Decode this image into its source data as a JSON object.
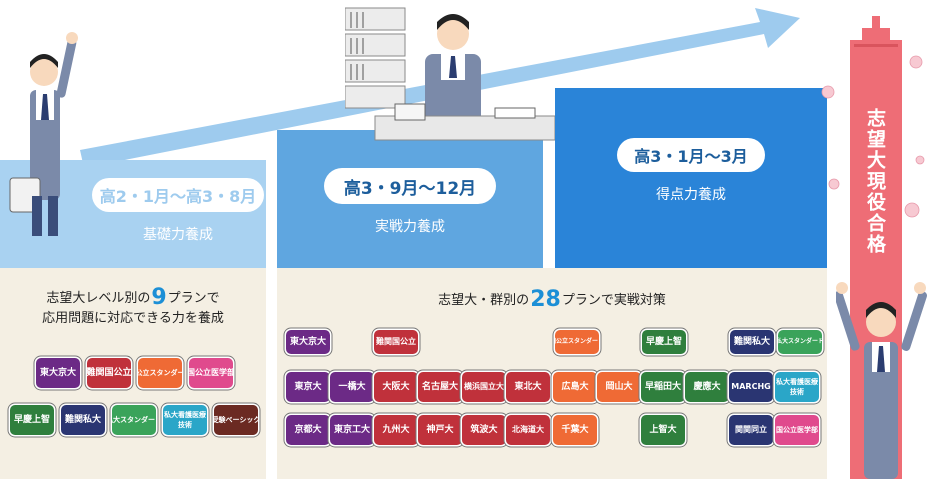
{
  "stages": [
    {
      "period": "高2・1月～高3・8月",
      "label": "基礎力養成"
    },
    {
      "period": "高3・9月～12月",
      "label": "実戦力養成"
    },
    {
      "period": "高3・1月～3月",
      "label": "得点力養成"
    }
  ],
  "plan1": {
    "line1_pre": "志望大レベル別の",
    "line1_num": "9",
    "line1_post": "プランで",
    "line2": "応用問題に対応できる力を養成"
  },
  "plan2": {
    "pre": "志望大・群別の",
    "num": "28",
    "post": "プランで実戦対策"
  },
  "goal": "志望大現役合格",
  "badges1": [
    "東大京大",
    "難関国公立",
    "国公立スタンダード",
    "国公立医学部",
    "早慶上智",
    "難関私大",
    "私大スタンダード",
    "私大看護医療技術",
    "受験ベーシック"
  ],
  "badges2": {
    "headers": [
      "東大京大",
      "難関国公立",
      "国公立スタンダード",
      "早慶上智",
      "難関私大",
      "私大スタンダード"
    ],
    "row1": [
      "東京大",
      "一橋大",
      "大阪大",
      "名古屋大",
      "横浜国立大",
      "東北大",
      "広島大",
      "岡山大",
      "早稲田大",
      "慶應大",
      "MARCHG",
      "私大看護医療技術"
    ],
    "row2": [
      "京都大",
      "東京工大",
      "九州大",
      "神戸大",
      "筑波大",
      "北海道大",
      "千葉大",
      "上智大",
      "関関同立",
      "国公立医学部"
    ]
  },
  "colors": {
    "light_blue": "#a9d2f1",
    "mid_blue": "#5fa6e0",
    "dark_blue": "#2a84d8",
    "beige": "#f4efe3",
    "gate": "#ee6d76",
    "accent": "#1c8fd6"
  }
}
